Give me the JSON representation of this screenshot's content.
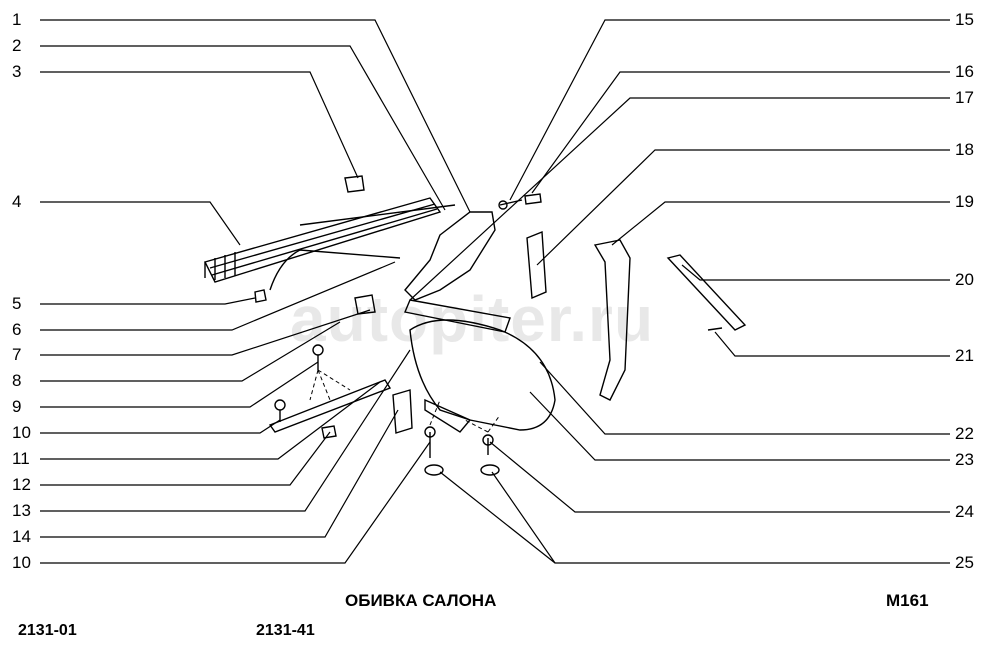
{
  "title": "ОБИВКА САЛОНА",
  "diagram_code": "M161",
  "models": [
    "2131-01",
    "2131-41"
  ],
  "watermark": "autopiter.ru",
  "left_labels": [
    "1",
    "2",
    "3",
    "4",
    "5",
    "6",
    "7",
    "8",
    "9",
    "10",
    "11",
    "12",
    "13",
    "14",
    "10"
  ],
  "right_labels": [
    "15",
    "16",
    "17",
    "18",
    "19",
    "20",
    "21",
    "22",
    "23",
    "24",
    "25"
  ]
}
